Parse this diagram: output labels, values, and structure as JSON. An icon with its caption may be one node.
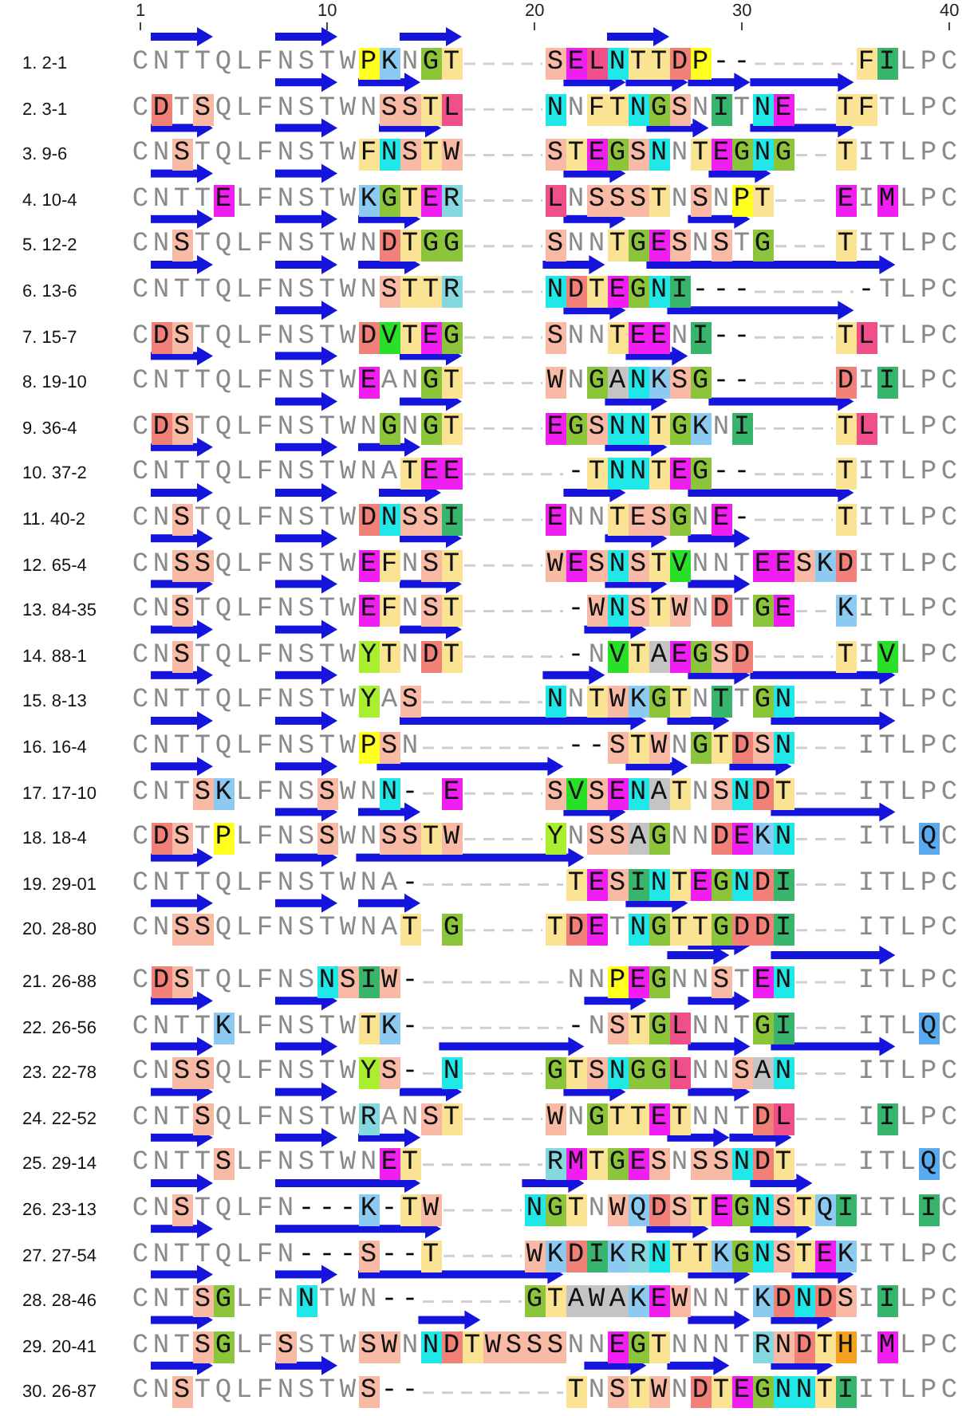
{
  "diagram": {
    "labels": [
      "1",
      "10",
      "20",
      "30",
      "40",
      "1. 2-1",
      "CNTTQLFNSTWPKNGT",
      "SELNTTDP--",
      "FILPC",
      "2. 3-1",
      "CDTSQLFNSTWNSSTL",
      "NNFTNGSNITNE",
      "TFTLPC",
      "3. 9-6",
      "CNSTQLFNSTWFNSTW",
      "STEGSNNTEGNG",
      "TITLPC",
      "4. 10-4",
      "CNTTELFNSTWKGTER",
      "LNSSSTNSNPT",
      "EIMLPC",
      "5. 12-2",
      "CNSTQLFNSTWNDTGG",
      "SNNTGESNSTG",
      "TITLPC",
      "6. 13-6",
      "CNTTQLFNSTWNSTTR",
      "NDTEGNI---",
      "-TLPC",
      "7. 15-7",
      "CDSTQLFNSTWDVTEG",
      "SNNTEENI--",
      "TLTLPC",
      "8. 19-10",
      "CNTTQLFNSTWEANGT",
      "WNGANKSG--",
      "DIILPC",
      "9. 36-4",
      "CDSTQLFNSTWNGNGT",
      "EGSNNTGKNI",
      "TLTLPC",
      "10. 37-2",
      "CNTTQLFNSTWNATEE",
      "-TNNTEG--",
      "TITLPC",
      "11. 40-2",
      "CNSTQLFNSTWDNSSI",
      "ENNTESGNE-",
      "TITLPC",
      "12. 65-4",
      "CNSSQLFNSTWEFNST",
      "WESNSTVNNTEESKDITLPC",
      "13. 84-35",
      "CNSTQLFNSTWEFNST",
      "-WNSTWNDTGE",
      "KITLPC",
      "14. 88-1",
      "CNSTQLFNSTWYTNDT",
      "-NVTAEGSD",
      "TIVLPC",
      "15. 8-13",
      "CNTTQLFNSTWYAS",
      "NNTWKGTNTTGN",
      "ITLPC",
      "16. 16-4",
      "CNTTQLFNSTWPSN",
      "--STWNGTDSN",
      "ITLPC",
      "17. 17-10",
      "CNTSKLFNSSWNN-",
      "E",
      "SVSENATNSNDT",
      "ITLPC",
      "18. 18-4",
      "CDSTPLFNSSWNSSTW",
      "YNSSAGNNDEKN",
      "ITLQC",
      "19. 29-01",
      "CNTTQLFNSTWNA-",
      "TESINTEGNDI",
      "ITLPC",
      "20. 28-80",
      "CNSSQLFNSTWNAT",
      "G",
      "TDETNGTTGDDI",
      "ITLPC",
      "21. 26-88",
      "CDSTQLFNSNSIW-",
      "NNPEGNNSTEN",
      "ITLPC",
      "22. 26-56",
      "CNTTKLFNSTWTK-",
      "-NSTGLNNTGI",
      "ITLQC",
      "23. 22-78",
      "CNSSQLFNSTWYS-",
      "N",
      "GTSNGGLNNSAN",
      "ITLPC",
      "24. 22-52",
      "CNTSQLFNSTWRANST",
      "WNGTTETNNTDL",
      "IILPC",
      "25. 29-14",
      "CNTTSLFNSTWNET",
      "RMTGESNSSNDT",
      "ITLQC",
      "26. 23-13",
      "CNSTQLFN---K-TW",
      "NGTNWQDSTEGNSTQIITLIC",
      "27. 27-54",
      "CNTTQLFN---S--T",
      "WKDIKRNTTKGNSTEKITLPC",
      "28. 28-46",
      "CNTSGLFNNTWN--",
      "GTAWAKEWNNTKDNDSIILPC",
      "29. 20-41",
      "CNTSGLFSSTWSWNNDTWSSSNNEGTNNNTRNDTHIMLPC",
      "30. 26-87",
      "CNSTQLFNSTWS--",
      "TNSTWNDTEGNNTIITLPC"
    ]
  }
}
